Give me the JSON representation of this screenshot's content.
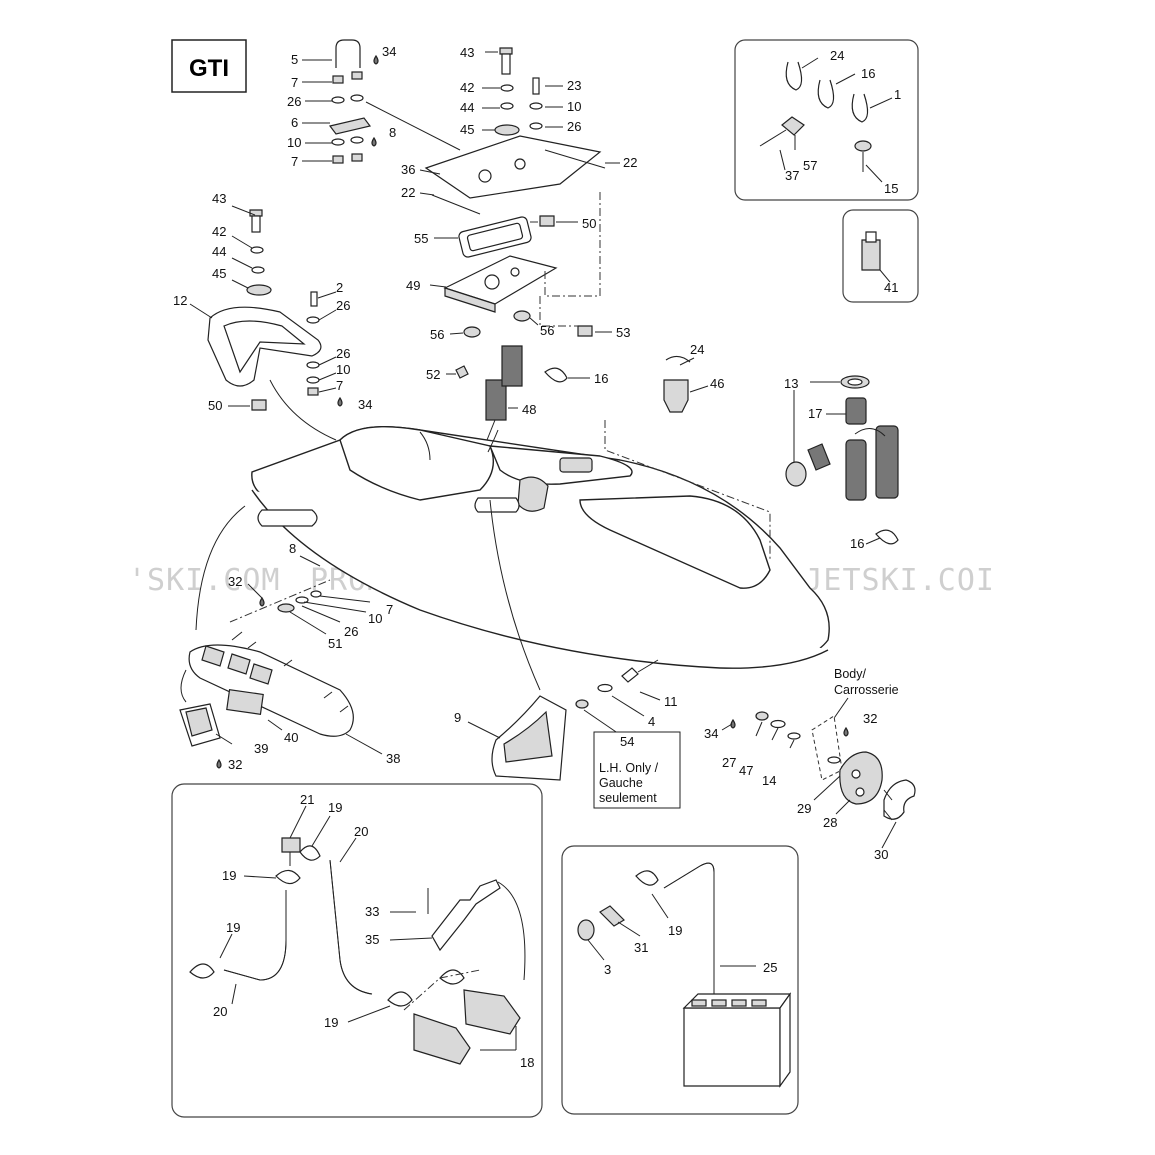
{
  "model_label": "GTI",
  "watermark": [
    "'SKI.COM",
    "PROMO-JETSKI.COM",
    "PROMO-JETSKI.COI"
  ],
  "notes": {
    "body_line1": "Body/",
    "body_line2": "Carrosserie",
    "lh_line1": "L.H. Only /",
    "lh_line2": "Gauche",
    "lh_line3": "seulement"
  },
  "callouts": {
    "c5": "5",
    "c34a": "34",
    "c7a": "7",
    "c26a": "26",
    "c6": "6",
    "c10a": "10",
    "c8a": "8",
    "c7b": "7",
    "c43a": "43",
    "c42a": "42",
    "c44a": "44",
    "c45a": "45",
    "c23": "23",
    "c10b": "10",
    "c26b": "26",
    "c36": "36",
    "c22a": "22",
    "c22b": "22",
    "c50a": "50",
    "c55": "55",
    "c49": "49",
    "c56a": "56",
    "c56b": "56",
    "c53": "53",
    "c52": "52",
    "c16a": "16",
    "c48": "48",
    "c24a": "24",
    "c16b": "16",
    "c1": "1",
    "c57": "57",
    "c37": "37",
    "c15": "15",
    "c41": "41",
    "c43b": "43",
    "c42b": "42",
    "c44b": "44",
    "c45b": "45",
    "c2": "2",
    "c26c": "26",
    "c12": "12",
    "c26d": "26",
    "c10c": "10",
    "c7c": "7",
    "c34b": "34",
    "c50b": "50",
    "c24b": "24",
    "c46": "46",
    "c13": "13",
    "c17": "17",
    "c16c": "16",
    "c8b": "8",
    "c32a": "32",
    "c7d": "7",
    "c10d": "10",
    "c26e": "26",
    "c51": "51",
    "c40": "40",
    "c39": "39",
    "c32b": "32",
    "c38": "38",
    "c9": "9",
    "c11": "11",
    "c4": "4",
    "c54": "54",
    "c34c": "34",
    "c32c": "32",
    "c27": "27",
    "c47": "47",
    "c14": "14",
    "c29": "29",
    "c28": "28",
    "c30": "30",
    "c21": "21",
    "c19a": "19",
    "c20a": "20",
    "c19b": "19",
    "c33": "33",
    "c35": "35",
    "c19c": "19",
    "c20b": "20",
    "c19d": "19",
    "c18": "18",
    "c19e": "19",
    "c31": "31",
    "c3": "3",
    "c25": "25"
  }
}
